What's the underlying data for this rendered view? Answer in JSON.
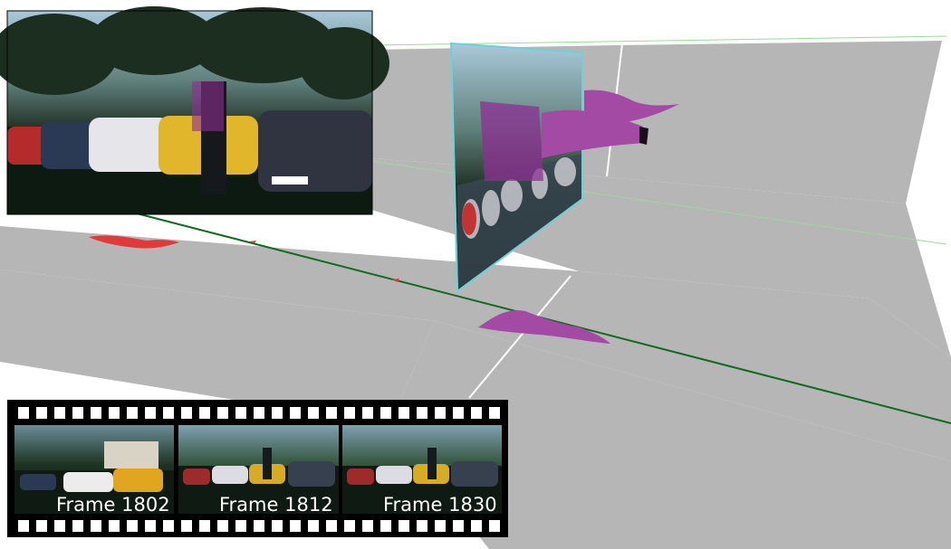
{
  "scene": {
    "colors": {
      "ground": "#b7b6b7",
      "track_line": "#0f6a1e",
      "footprint_red": "#e23a3a",
      "footprint_magenta": "#a24aa4",
      "panel_edge": "#6fd0d8",
      "photo_sky": "#8fb8cf",
      "photo_dark": "#0d1a12"
    }
  },
  "filmstrip": {
    "frames": [
      {
        "label": "Frame 1802"
      },
      {
        "label": "Frame 1812"
      },
      {
        "label": "Frame 1830"
      }
    ]
  }
}
